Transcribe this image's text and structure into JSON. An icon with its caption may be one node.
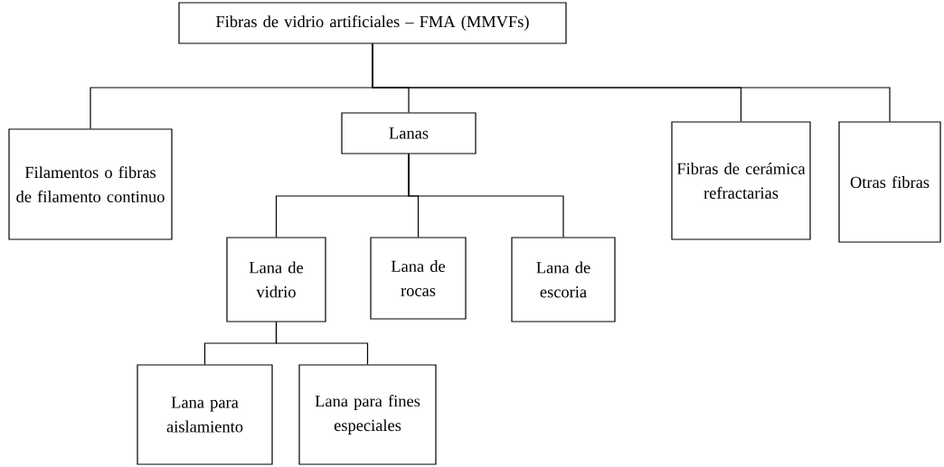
{
  "diagram": {
    "nodes": [
      {
        "text": [
          "Fibras de vidrio artificiales – FMA (MMVFs)"
        ]
      },
      {
        "text": [
          "Filamentos o fibras de filamento continuo"
        ]
      },
      {
        "text": [
          "Lanas"
        ]
      },
      {
        "text": [
          "Fibras de cerámica refractarias"
        ]
      },
      {
        "text": [
          "Otras fibras"
        ]
      },
      {
        "text": [
          "Lana de vidrio"
        ]
      },
      {
        "text": [
          "Lana de rocas"
        ]
      },
      {
        "text": [
          "Lana de escoria"
        ]
      },
      {
        "text": [
          "Lana para aislamiento"
        ]
      },
      {
        "text": [
          "Lana para fines especiales"
        ]
      }
    ],
    "edges": [
      {
        "from": 0,
        "to": 1,
        "arrow": "none"
      },
      {
        "from": 0,
        "to": 2,
        "arrow": "none"
      },
      {
        "from": 0,
        "to": 3,
        "arrow": "none"
      },
      {
        "from": 0,
        "to": 4,
        "arrow": "none"
      },
      {
        "from": 2,
        "to": 5,
        "arrow": "none"
      },
      {
        "from": 2,
        "to": 6,
        "arrow": "none"
      },
      {
        "from": 2,
        "to": 7,
        "arrow": "none"
      },
      {
        "from": 5,
        "to": 8,
        "arrow": "none"
      },
      {
        "from": 5,
        "to": 9,
        "arrow": "none"
      }
    ]
  }
}
